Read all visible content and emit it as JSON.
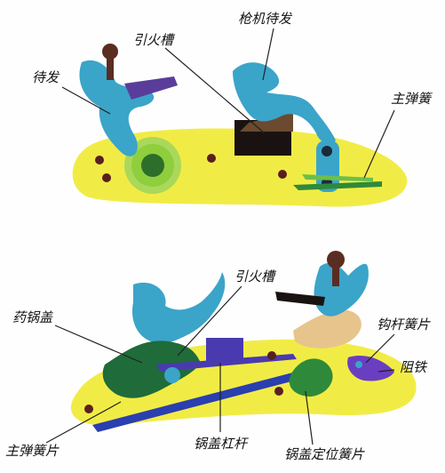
{
  "top_diagram": {
    "labels": {
      "waiting": "待发",
      "flash_channel": "引火槽",
      "cocked": "枪机待发",
      "mainspring": "主弹簧"
    }
  },
  "bottom_diagram": {
    "labels": {
      "flash_channel": "引火槽",
      "frizzen": "药锅盖",
      "sear_spring": "钩杆簧片",
      "stop": "阻铁",
      "mainspring_leaf": "主弹簧片",
      "frizzen_lever": "锅盖杠杆",
      "frizzen_spring": "锅盖定位簧片"
    }
  },
  "colors": {
    "lockplate": "#f1ec45",
    "hammer": "#3ba4c9",
    "flint": "#5a3d9a",
    "screw_head": "#5a2d22",
    "pan": "#2a1a14",
    "mainspring": "#2e8a3a",
    "frizzen": "#1f6b3a",
    "lever": "#4a3ab0",
    "tumbler": "#8fce3c",
    "sear": "#e7c48c",
    "leader": "#222222"
  }
}
